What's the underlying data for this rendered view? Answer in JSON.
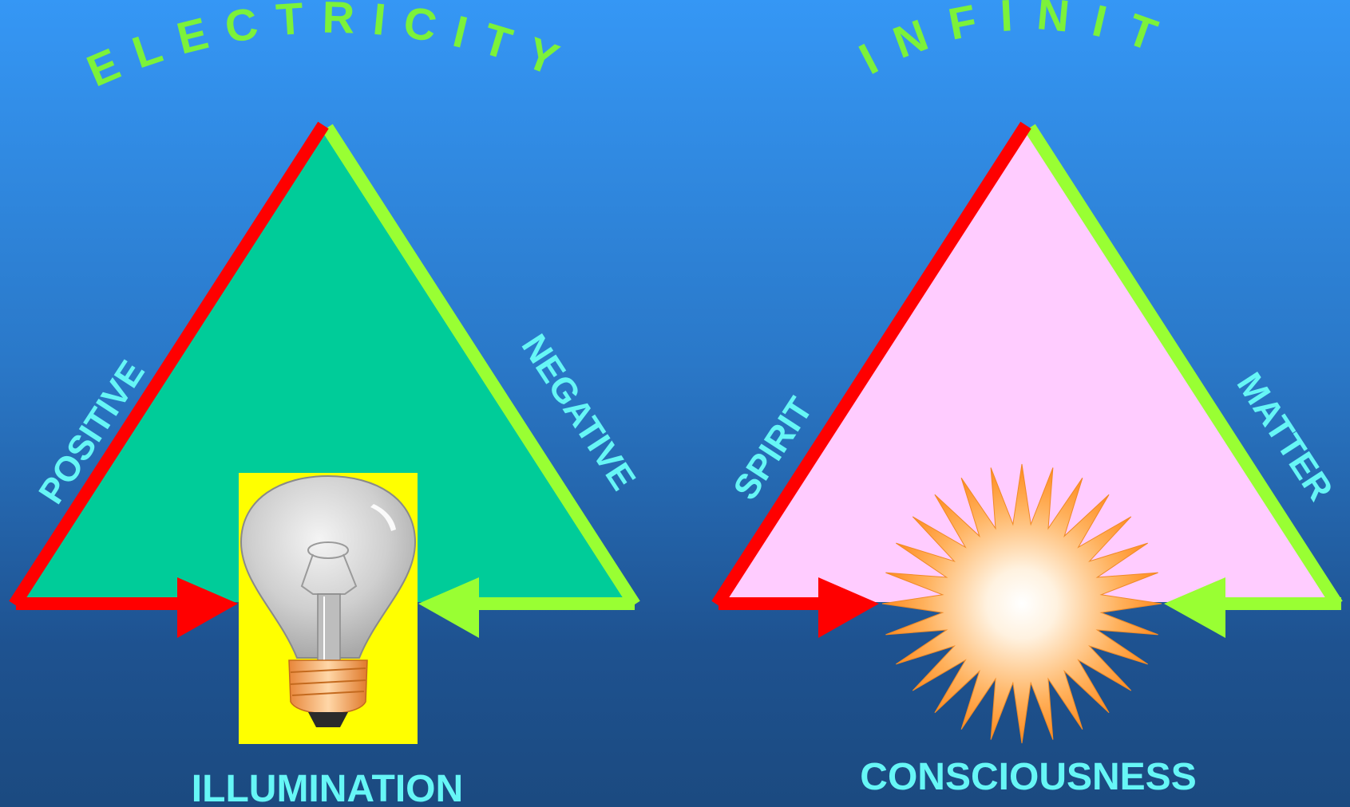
{
  "colors": {
    "positive_side": "#ff0000",
    "negative_side": "#99ff33",
    "left_triangle_fill": "#00cc99",
    "right_triangle_fill": "#ffccff",
    "title_text": "#7cf23a",
    "label_text": "#66f6f6",
    "bulb_background": "#ffff00",
    "burst_orange": "#ff9933"
  },
  "left_diagram": {
    "title": "ELECTRICITY",
    "left_side_label": "POSITIVE",
    "right_side_label": "NEGATIVE",
    "bottom_label": "ILLUMINATION",
    "center_icon": "light-bulb-icon"
  },
  "right_diagram": {
    "title": "INFINITY",
    "left_side_label": "SPIRIT",
    "right_side_label": "MATTER",
    "bottom_label": "CONSCIOUSNESS",
    "center_icon": "starburst-icon"
  }
}
